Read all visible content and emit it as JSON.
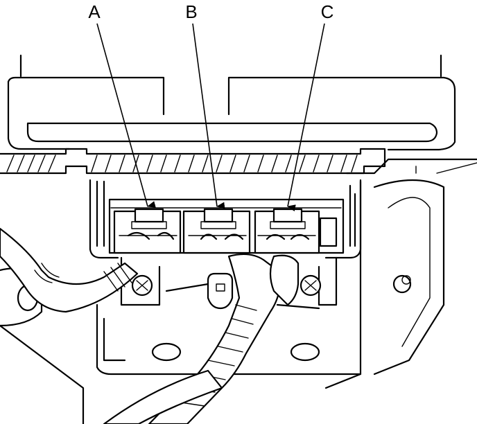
{
  "callouts": [
    {
      "label": "A"
    },
    {
      "label": "B"
    },
    {
      "label": "C"
    }
  ]
}
